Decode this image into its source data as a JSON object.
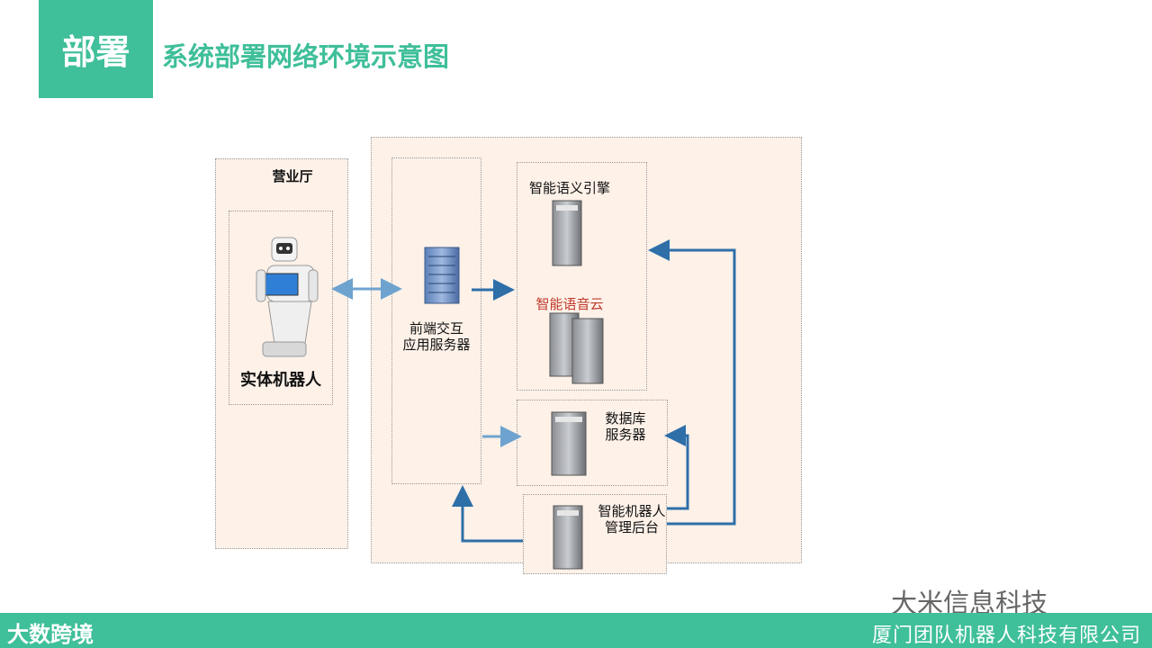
{
  "header": {
    "tag": "部署",
    "title": "系统部署网络环境示意图"
  },
  "diagram": {
    "hall": "营业厅",
    "robot": "实体机器人",
    "frontend_line1": "前端交互",
    "frontend_line2": "应用服务器",
    "semantic": "智能语义引擎",
    "voice_cloud": "智能语音云",
    "db_line1": "数据库",
    "db_line2": "服务器",
    "mgmt_line1": "智能机器人",
    "mgmt_line2": "管理后台"
  },
  "colors": {
    "accent": "#3fbf9a",
    "panel": "#fdf1e8",
    "arrow": "#2e6fa8",
    "voice_label": "#c0392b"
  },
  "watermark": "大米信息科技",
  "footer": {
    "left": "大数跨境",
    "right": "厦门团队机器人科技有限公司"
  }
}
